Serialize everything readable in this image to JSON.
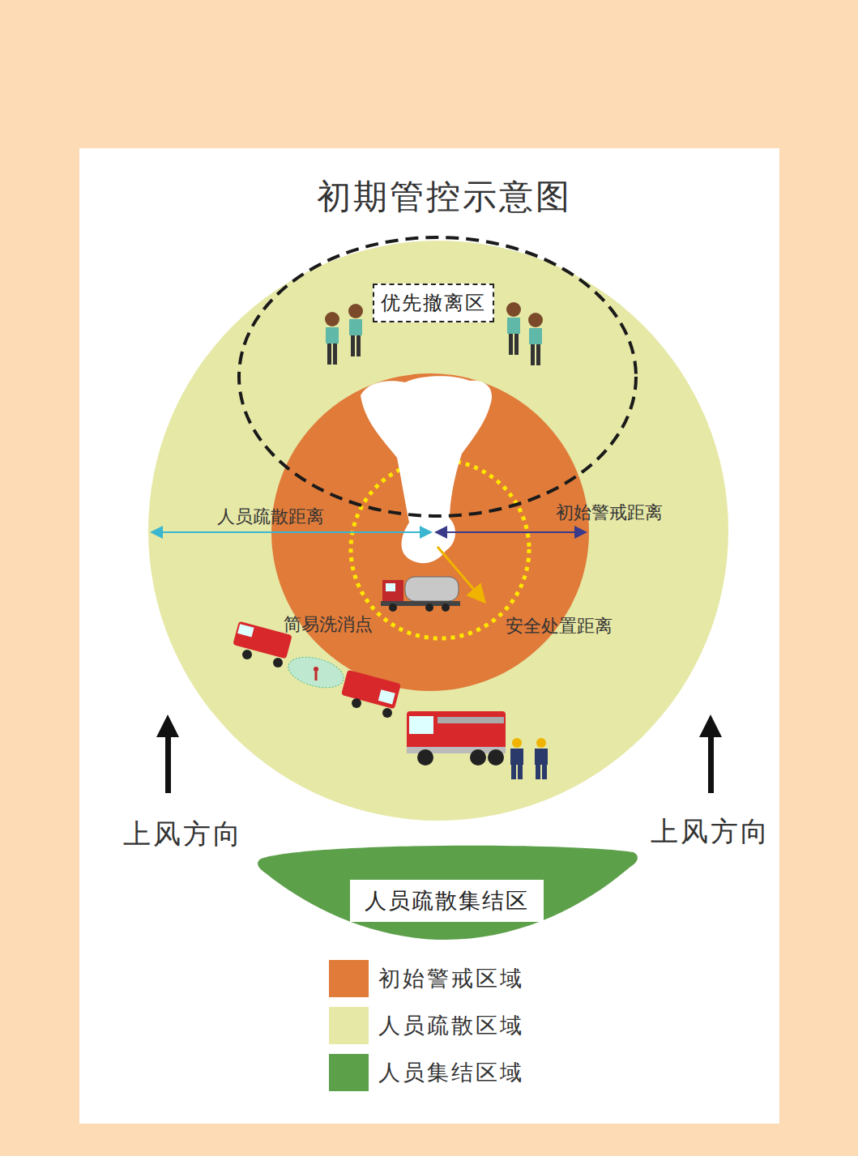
{
  "diagram": {
    "title": "初期管控示意图",
    "nodes": [
      {
        "text": [
          "优先撤离区"
        ]
      },
      {
        "text": [
          "人员疏散集结区"
        ]
      }
    ],
    "labels": [
      "人员疏散距离",
      "初始警戒距离",
      "简易洗消点",
      "安全处置距离",
      "上风方向",
      "上风方向"
    ],
    "legend": [
      {
        "text": "初始警戒区域",
        "color": "#e07b3a"
      },
      {
        "text": "人员疏散区域",
        "color": "#e6e8a6"
      },
      {
        "text": "人员集结区域",
        "color": "#5da04a"
      }
    ]
  }
}
